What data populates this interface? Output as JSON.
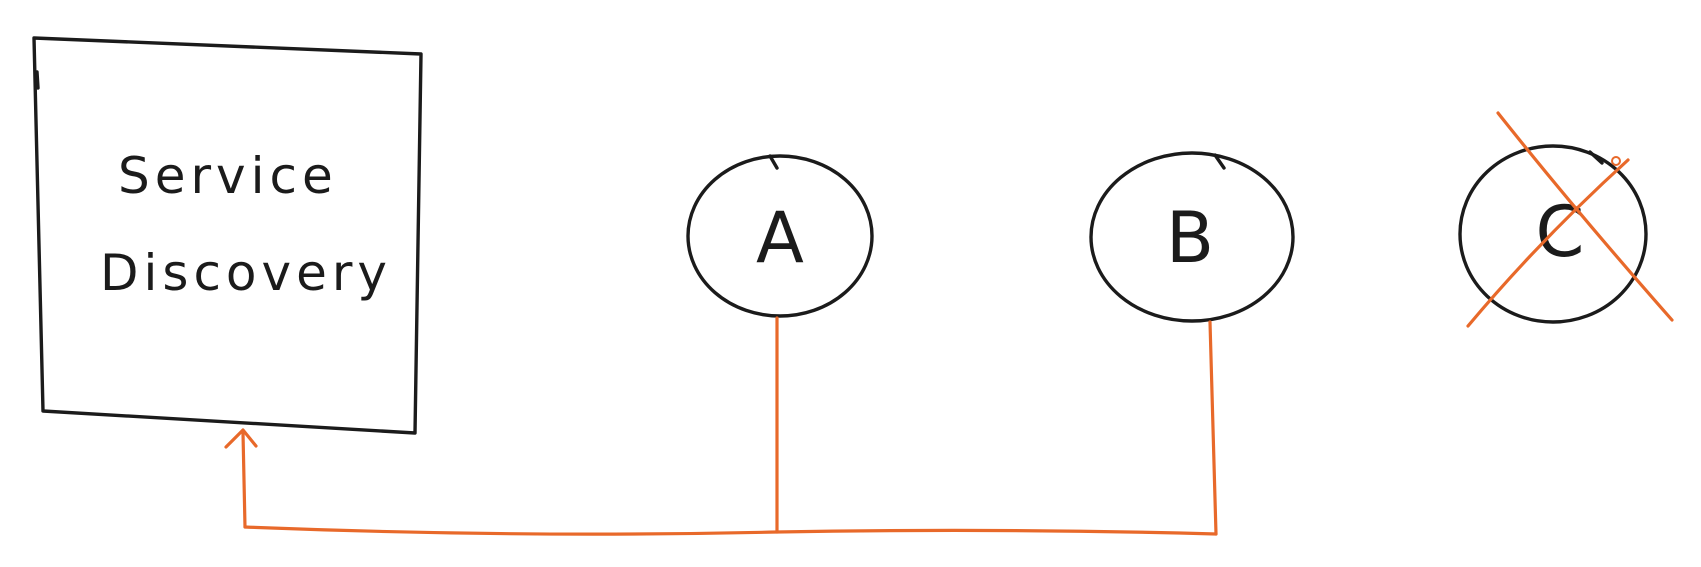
{
  "diagram": {
    "box": {
      "label_line1": "Service",
      "label_line2": "Discovery"
    },
    "nodes": [
      {
        "id": "A",
        "label": "A",
        "status": "active"
      },
      {
        "id": "B",
        "label": "B",
        "status": "active"
      },
      {
        "id": "C",
        "label": "C",
        "status": "removed"
      }
    ],
    "colors": {
      "ink": "#1b1b1b",
      "connector": "#e8692a",
      "background": "#ffffff"
    }
  }
}
